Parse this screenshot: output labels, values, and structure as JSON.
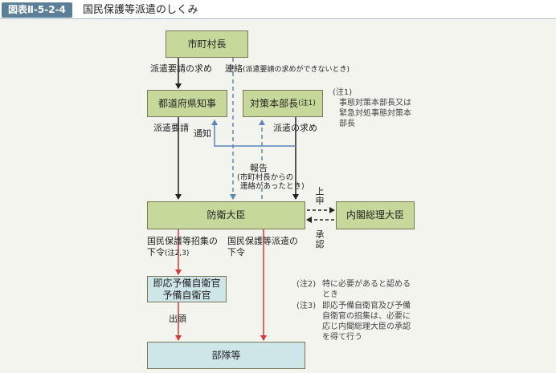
{
  "header": {
    "figure_label": "図表Ⅱ-5-2-4",
    "title": "国民保護等派遣のしくみ"
  },
  "boxes": {
    "mayor": "市町村長",
    "governor": "都道府県知事",
    "hq_chief": "対策本部長",
    "hq_chief_note": "(注1)",
    "defense_minister": "防衛大臣",
    "prime_minister": "内閣総理大臣",
    "reserve_line1": "即応予備自衛官",
    "reserve_line2": "予備自衛官",
    "units": "部隊等"
  },
  "labels": {
    "dispatch_request_ask": "派遣要請の求め",
    "liaison": "連絡",
    "liaison_note": "(派遣要請の求めができないとき)",
    "dispatch_request": "派遣要請",
    "notice": "通知",
    "dispatch_ask": "派遣の求め",
    "report": "報告",
    "report_note_line1": "(市町村長からの",
    "report_note_line2": "連絡があったとき)",
    "propose": "上申",
    "approve": "承認",
    "call_order_line1": "国民保護等招集の",
    "call_order_line2": "下令",
    "call_order_note": "(注2,3)",
    "dispatch_order_line1": "国民保護等派遣の",
    "dispatch_order_line2": "下令",
    "report_for_duty": "出頭"
  },
  "notes": {
    "note1_label": "(注1)",
    "note1_line1": "事態対策本部長又は",
    "note1_line2": "緊急対処事態対策本",
    "note1_line3": "部長",
    "note2_label": "(注2)",
    "note2_line1": "特に必要があると認める",
    "note2_line2": "とき",
    "note3_label": "(注3)",
    "note3_line1": "即応予備自衛官及び予備",
    "note3_line2": "自衛官の招集は、必要に",
    "note3_line3": "応じ内閣総理大臣の承認",
    "note3_line4": "を得て行う"
  },
  "colors": {
    "box_green": "#c7d99a",
    "box_blue": "#cfe6e9",
    "arrow_black": "#222222",
    "arrow_dashed_blue": "#5b86b5",
    "arrow_red": "#d63a3a",
    "arrow_blue": "#5b86b5"
  }
}
